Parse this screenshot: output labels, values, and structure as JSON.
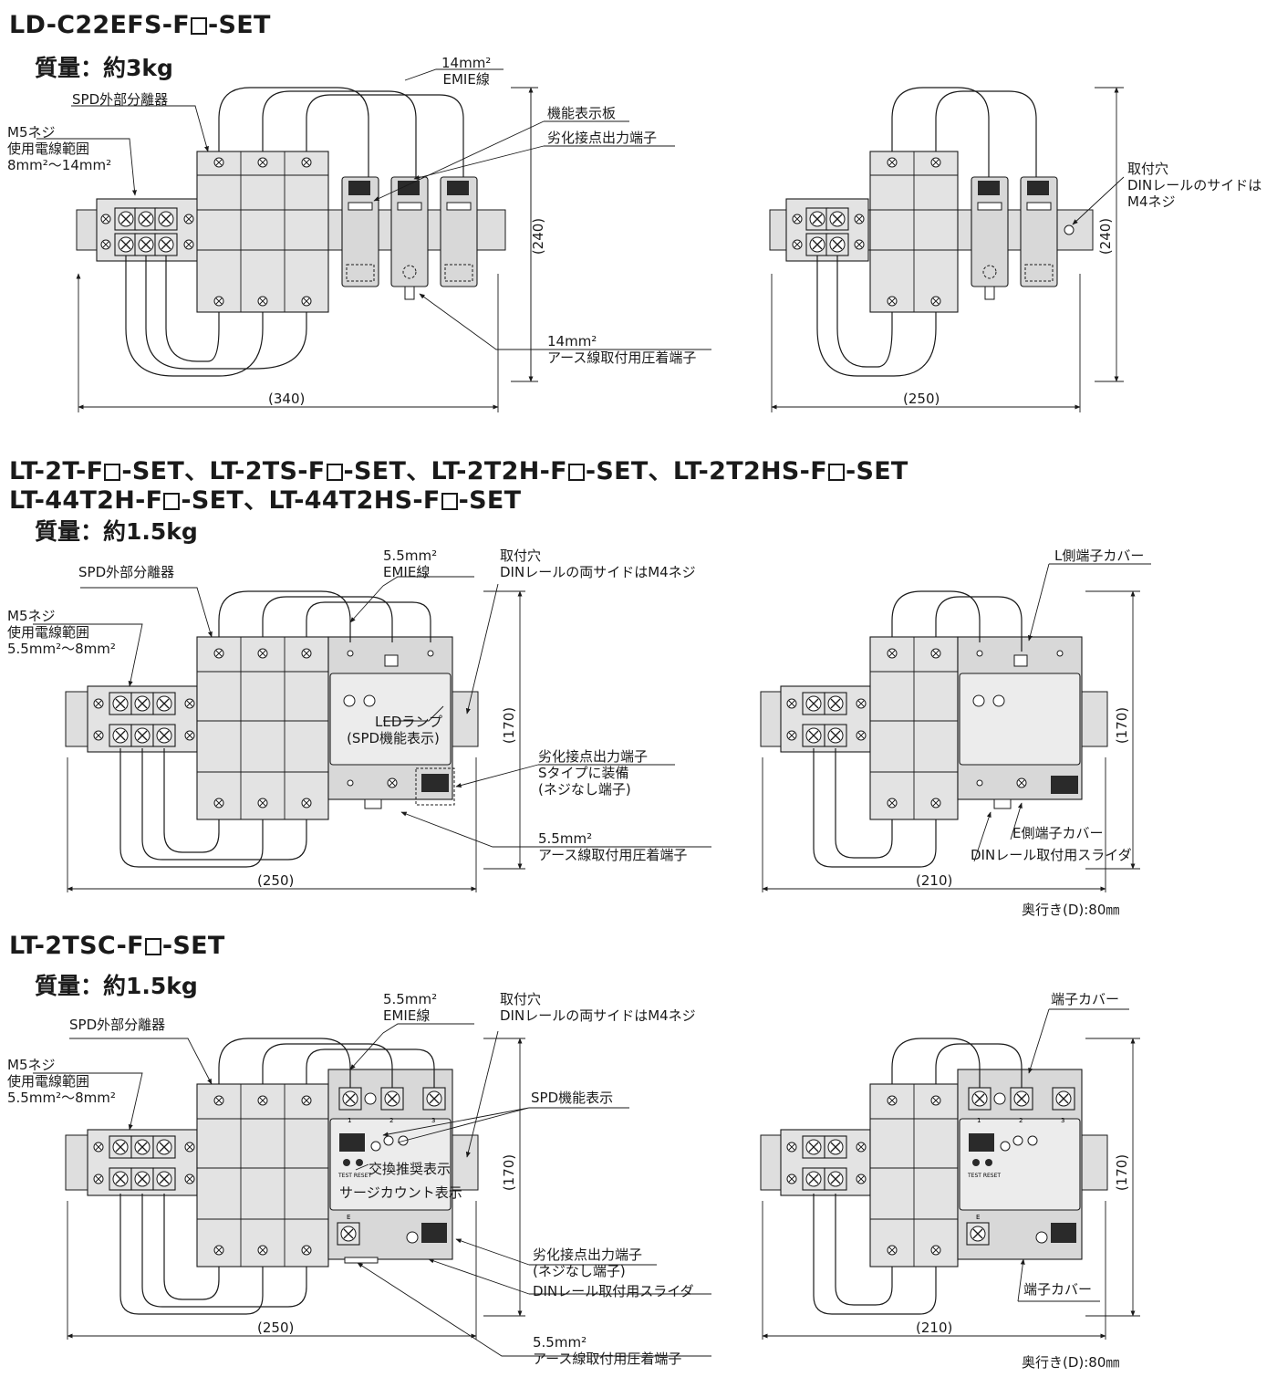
{
  "sections": [
    {
      "title_prefix": "LD-C22EFS-F",
      "title_suffix": "-SET",
      "mass": "質量：約3kg",
      "left_labels": {
        "cable": [
          "14mm²",
          "EMIE線"
        ],
        "disconnector": "SPD外部分離器",
        "screw": [
          "M5ネジ",
          "使用電線範囲",
          "8mm²～14mm²"
        ],
        "display_plate": "機能表示板",
        "contact_terminal": "劣化接点出力端子",
        "earth": [
          "14mm²",
          "アース線取付用圧着端子"
        ]
      },
      "right_labels": {
        "hole": [
          "取付穴",
          "DINレールのサイドは",
          "M4ネジ"
        ]
      },
      "dims": {
        "left_w": "(340)",
        "left_h": "(240)",
        "right_w": "(250)",
        "right_h": "(240)"
      }
    },
    {
      "title_line1": [
        {
          "prefix": "LT-2T-F",
          "suffix": "-SET、"
        },
        {
          "prefix": "LT-2TS-F",
          "suffix": "-SET、"
        },
        {
          "prefix": "LT-2T2H-F",
          "suffix": "-SET、"
        },
        {
          "prefix": "LT-2T2HS-F",
          "suffix": "-SET"
        }
      ],
      "title_line2": [
        {
          "prefix": "LT-44T2H-F",
          "suffix": "-SET、"
        },
        {
          "prefix": "LT-44T2HS-F",
          "suffix": "-SET"
        }
      ],
      "mass": "質量：約1.5kg",
      "left_labels": {
        "cable": [
          "5.5mm²",
          "EMIE線"
        ],
        "disconnector": "SPD外部分離器",
        "screw": [
          "M5ネジ",
          "使用電線範囲",
          "5.5mm²～8mm²"
        ],
        "hole": [
          "取付穴",
          "DINレールの両サイドはM4ネジ"
        ],
        "led": [
          "LEDランプ",
          "(SPD機能表示)"
        ],
        "contact_terminal": [
          "劣化接点出力端子",
          "Sタイプに装備",
          "(ネジなし端子)"
        ],
        "earth": [
          "5.5mm²",
          "アース線取付用圧着端子"
        ]
      },
      "right_labels": {
        "l_cover": "L側端子カバー",
        "e_cover": "E側端子カバー",
        "slider": "DINレール取付用スライダ"
      },
      "dims": {
        "left_w": "(250)",
        "left_h": "(170)",
        "right_w": "(210)",
        "right_h": "(170)"
      },
      "depth": "奥行き(D):80㎜"
    },
    {
      "title_prefix": "LT-2TSC-F",
      "title_suffix": "-SET",
      "mass": "質量：約1.5kg",
      "left_labels": {
        "cable": [
          "5.5mm²",
          "EMIE線"
        ],
        "disconnector": "SPD外部分離器",
        "screw": [
          "M5ネジ",
          "使用電線範囲",
          "5.5mm²～8mm²"
        ],
        "hole": [
          "取付穴",
          "DINレールの両サイドはM4ネジ"
        ],
        "spd_display": "SPD機能表示",
        "replace": "交換推奨表示",
        "surge": "サージカウント表示",
        "contact_terminal": [
          "劣化接点出力端子",
          "(ネジなし端子)"
        ],
        "slider": "DINレール取付用スライダ",
        "earth": [
          "5.5mm²",
          "アース線取付用圧着端子"
        ]
      },
      "right_labels": {
        "cover_top": "端子カバー",
        "cover_bottom": "端子カバー"
      },
      "dims": {
        "left_w": "(250)",
        "left_h": "(170)",
        "right_w": "(210)",
        "right_h": "(170)"
      },
      "depth": "奥行き(D):80㎜",
      "panel_text": {
        "test_reset": "TEST RESET",
        "terminals": [
          "1",
          "2",
          "3"
        ],
        "earth_mark": "E"
      }
    }
  ]
}
